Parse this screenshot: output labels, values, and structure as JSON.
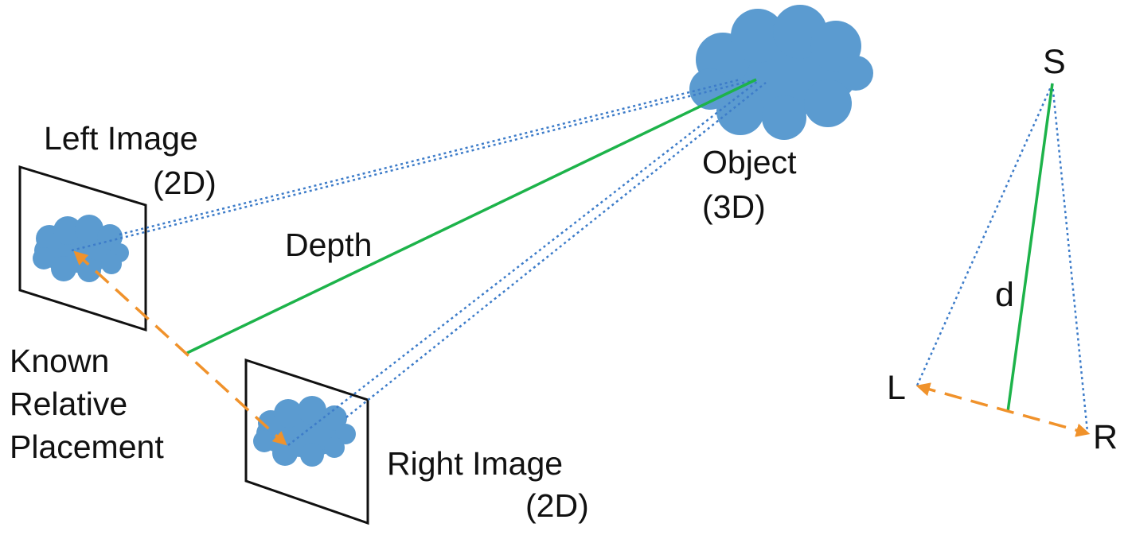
{
  "labels": {
    "left_image_line1": "Left Image",
    "left_image_line2": "(2D)",
    "object_line1": "Object",
    "object_line2": "(3D)",
    "depth": "Depth",
    "known_line1": "Known",
    "known_line2": "Relative",
    "known_line3": "Placement",
    "right_image_line1": "Right Image",
    "right_image_line2": "(2D)",
    "schematic_s": "S",
    "schematic_d": "d",
    "schematic_l": "L",
    "schematic_r": "R"
  },
  "colors": {
    "cloud_fill": "#5b9bd0",
    "dotted_line": "#3d7cc9",
    "depth_line": "#1db34a",
    "baseline_arrow": "#f0922b",
    "frame": "#111111"
  }
}
